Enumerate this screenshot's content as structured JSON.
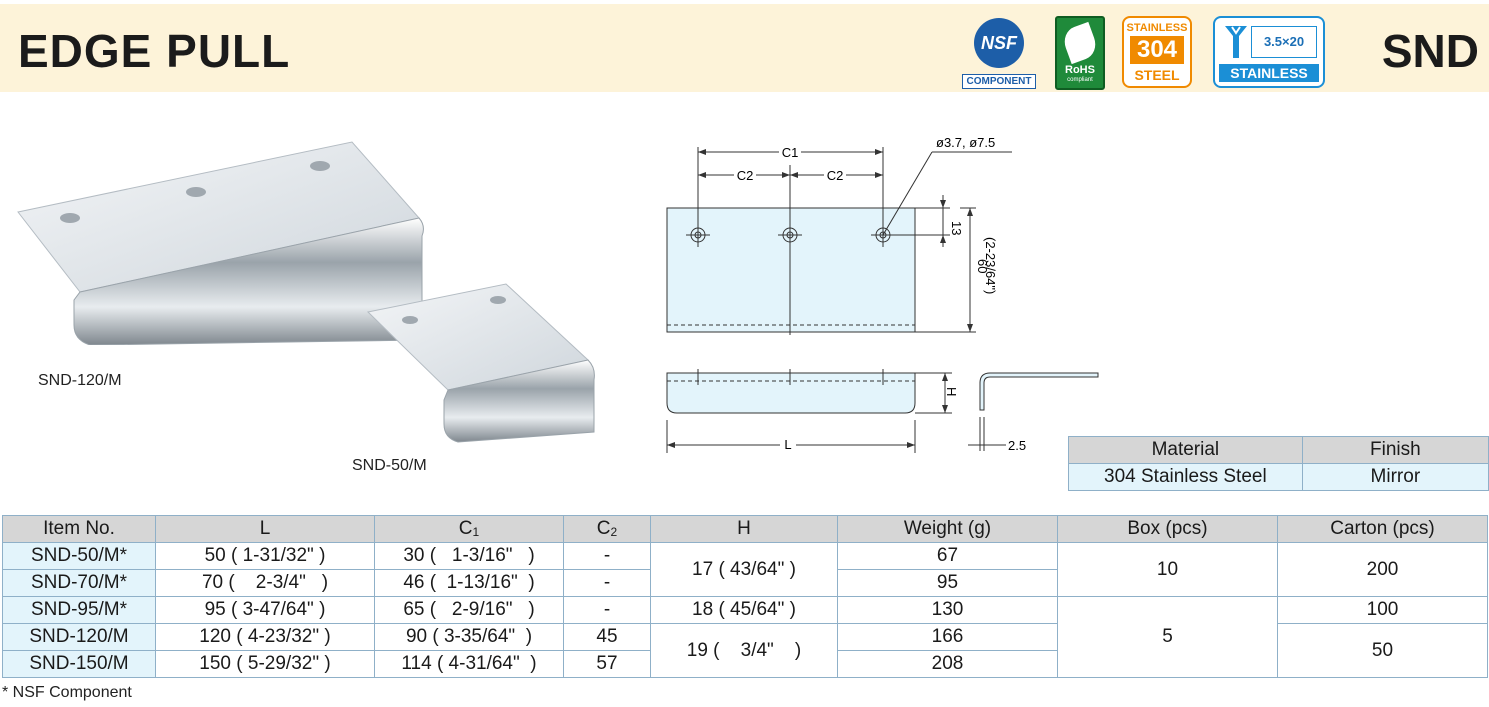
{
  "header": {
    "title": "EDGE PULL",
    "code": "SND"
  },
  "badges": {
    "nsf": {
      "mark": "NSF",
      "caption": "COMPONENT"
    },
    "rohs": {
      "label": "RoHS",
      "sub": "compliant"
    },
    "ss304": {
      "top": "STAINLESS",
      "grade": "304",
      "bottom": "STEEL"
    },
    "screw": {
      "size": "3.5×20",
      "label": "STAINLESS"
    }
  },
  "products": {
    "large_label": "SND-120/M",
    "small_label": "SND-50/M"
  },
  "drawing": {
    "c1": "C1",
    "c2a": "C2",
    "c2b": "C2",
    "holes": "ø3.7, ø7.5",
    "dim13": "13",
    "dim60": "60",
    "dim60_in": "(2-23/64\")",
    "h": "H",
    "l": "L",
    "thick": "2.5"
  },
  "material_table": {
    "headers": [
      "Material",
      "Finish"
    ],
    "row": [
      "304 Stainless Steel",
      "Mirror"
    ]
  },
  "spec_table": {
    "headers": [
      "Item No.",
      "L",
      "C1",
      "C2",
      "H",
      "Weight (g)",
      "Box (pcs)",
      "Carton (pcs)"
    ],
    "rows": [
      {
        "item": "SND-50/M*",
        "l": "50 ( 1-31/32\" )",
        "c1": "30 (   1-3/16\"   )",
        "c2": "-",
        "weight": "67"
      },
      {
        "item": "SND-70/M*",
        "l": "70 (    2-3/4\"   )",
        "c1": "46 (  1-13/16\"  )",
        "c2": "-",
        "weight": "95"
      },
      {
        "item": "SND-95/M*",
        "l": "95 ( 3-47/64\" )",
        "c1": "65 (   2-9/16\"   )",
        "c2": "-",
        "weight": "130"
      },
      {
        "item": "SND-120/M",
        "l": "120 ( 4-23/32\" )",
        "c1": "90 ( 3-35/64\"  )",
        "c2": "45",
        "weight": "166"
      },
      {
        "item": "SND-150/M",
        "l": "150 ( 5-29/32\" )",
        "c1": "114 ( 4-31/64\"  )",
        "c2": "57",
        "weight": "208"
      }
    ],
    "h_groups": [
      "17 ( 43/64\" )",
      "18 ( 45/64\" )",
      "19 (    3/4\"    )"
    ],
    "box_groups": [
      "10",
      "5"
    ],
    "carton_groups": [
      "200",
      "100",
      "50"
    ]
  },
  "footnote": "* NSF Component"
}
